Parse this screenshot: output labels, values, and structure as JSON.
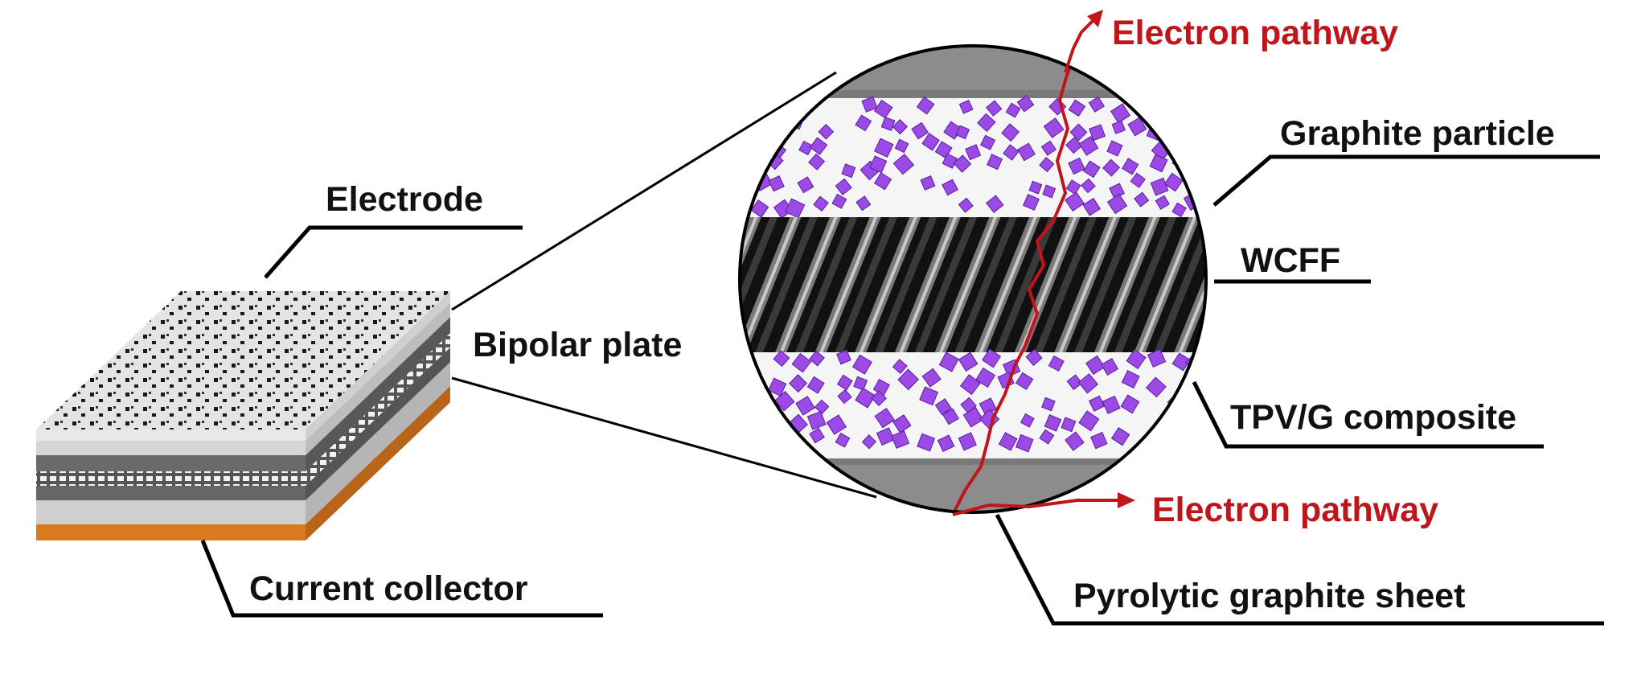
{
  "labels": {
    "electrode": "Electrode",
    "bipolar_plate": "Bipolar plate",
    "current_collector": "Current collector",
    "electron_pathway_top": "Electron pathway",
    "graphite_particle": "Graphite particle",
    "wcff": "WCFF",
    "tpvg_composite": "TPV/G composite",
    "electron_pathway_bottom": "Electron pathway",
    "pyrolytic_graphite_sheet": "Pyrolytic graphite sheet"
  },
  "colors": {
    "electron_pathway": "#c0151b",
    "graphite_particle": "#9b4ae6",
    "current_collector": "#d97a1e",
    "pyrolytic_graphite": "#8c8c8c",
    "wcff_dark": "#141414"
  }
}
